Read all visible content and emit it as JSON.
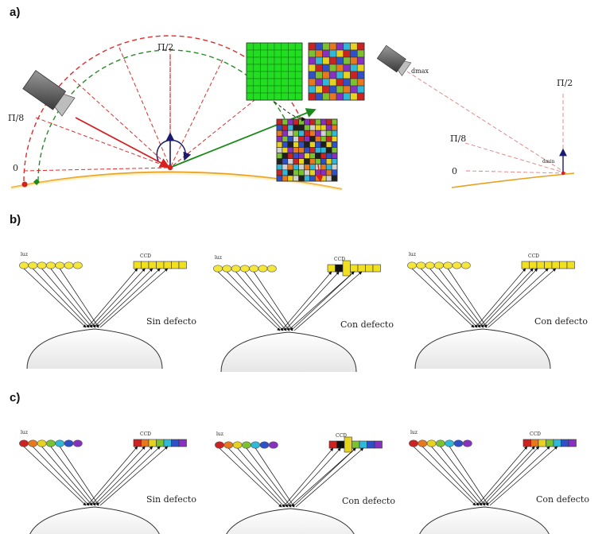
{
  "panels": {
    "a": {
      "label": "a)",
      "angles_left": [
        "Π/2",
        "Π/8",
        "0"
      ],
      "angles_right": [
        "Π/2",
        "Π/8",
        "0"
      ],
      "dmax": "dmax",
      "dmin": "dmin"
    },
    "b": {
      "label": "b)",
      "diagrams": [
        {
          "light_label": "luz",
          "sensor_label": "CCD",
          "caption": "Sin defecto",
          "colored": false,
          "defect": "none"
        },
        {
          "light_label": "luz",
          "sensor_label": "CCD",
          "caption": "Con defecto",
          "colored": false,
          "defect": "bump"
        },
        {
          "light_label": "luz",
          "sensor_label": "CCD",
          "caption": "Con defecto",
          "colored": false,
          "defect": "dent"
        }
      ]
    },
    "c": {
      "label": "c)",
      "diagrams": [
        {
          "light_label": "luz",
          "sensor_label": "CCD",
          "caption": "Sin defecto",
          "colored": true,
          "defect": "none"
        },
        {
          "light_label": "luz",
          "sensor_label": "CCD",
          "caption": "Con defecto",
          "colored": true,
          "defect": "bump"
        },
        {
          "light_label": "luz",
          "sensor_label": "CCD",
          "caption": "Con defecto",
          "colored": true,
          "defect": "dent"
        }
      ]
    }
  },
  "colors": {
    "surface": "#e8a020",
    "light_red": "#d62020",
    "light_green": "#1a8a1a",
    "arc_red": "#d83030",
    "arc_green": "#2a8a2a",
    "normal_blue": "#1a1a70",
    "led_yellow": "#f5e63c",
    "pixel_yellow": "#f0e020",
    "spectrum": [
      "#cc2222",
      "#e8781e",
      "#e8d220",
      "#7cc230",
      "#30b8d8",
      "#3050c8",
      "#8830c0"
    ]
  }
}
